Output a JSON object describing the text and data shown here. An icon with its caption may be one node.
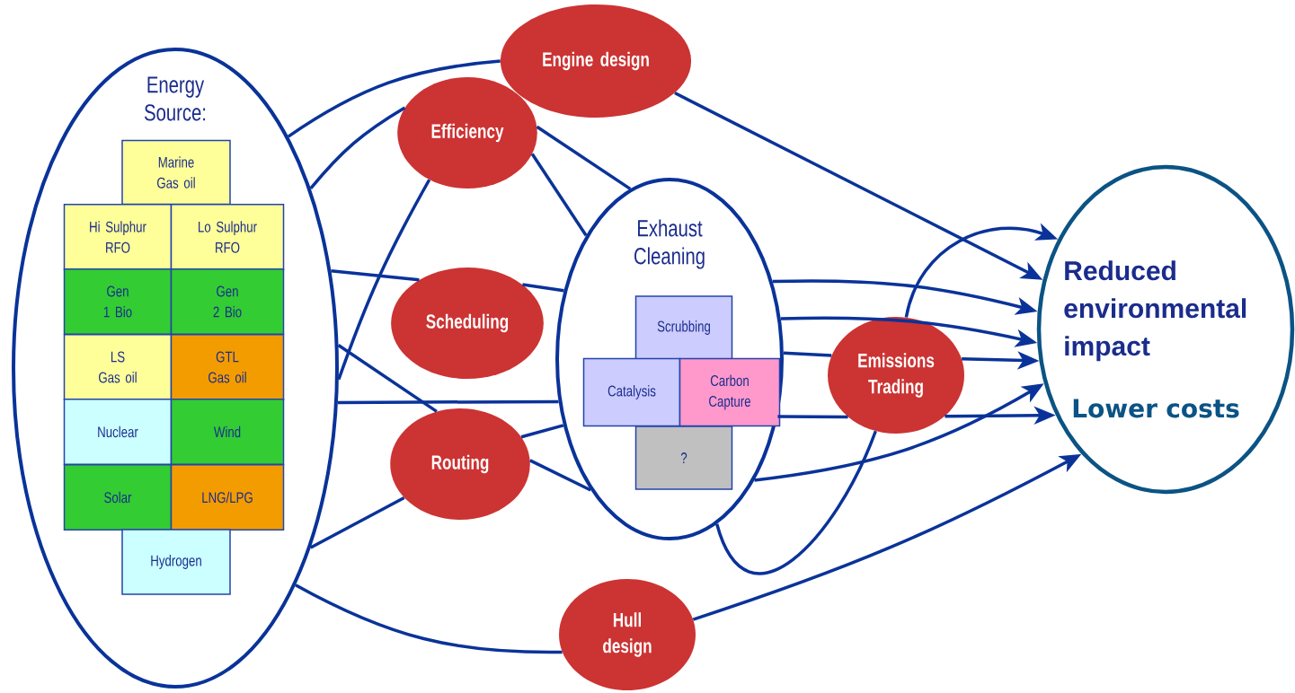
{
  "diagram": {
    "nodes": [
      {
        "text": [
          "Energy Source:"
        ]
      },
      {
        "text": [
          "Marine Gas oil"
        ],
        "in": 0
      },
      {
        "text": [
          "Hi Sulphur RFO"
        ],
        "in": 0
      },
      {
        "text": [
          "Lo Sulphur RFO"
        ],
        "in": 0
      },
      {
        "text": [
          "Gen 1 Bio"
        ],
        "in": 0
      },
      {
        "text": [
          "Gen 2 Bio"
        ],
        "in": 0
      },
      {
        "text": [
          "LS Gas oil"
        ],
        "in": 0
      },
      {
        "text": [
          "GTL Gas oil"
        ],
        "in": 0
      },
      {
        "text": [
          "Nuclear"
        ],
        "in": 0
      },
      {
        "text": [
          "Wind"
        ],
        "in": 0
      },
      {
        "text": [
          "Solar"
        ],
        "in": 0
      },
      {
        "text": [
          "LNG/LPG"
        ],
        "in": 0
      },
      {
        "text": [
          "Hydrogen"
        ],
        "in": 0
      },
      {
        "text": [
          "Engine design"
        ]
      },
      {
        "text": [
          "Efficiency"
        ]
      },
      {
        "text": [
          "Scheduling"
        ]
      },
      {
        "text": [
          "Routing"
        ]
      },
      {
        "text": [
          "Exhaust Cleaning"
        ]
      },
      {
        "text": [
          "Scrubbing"
        ],
        "in": 17
      },
      {
        "text": [
          "Catalysis"
        ],
        "in": 17
      },
      {
        "text": [
          "Carbon Capture"
        ],
        "in": 17
      },
      {
        "text": [
          "?"
        ],
        "in": 17
      },
      {
        "text": [
          "Emissions Trading"
        ]
      },
      {
        "text": [
          "Hull design"
        ]
      },
      {
        "text": [
          "Reduced environmental impact",
          "Lower costs"
        ]
      }
    ],
    "edges": [
      {
        "from": 0,
        "to": 13,
        "arrow": "none"
      },
      {
        "from": 13,
        "to": 24,
        "arrow": "to"
      },
      {
        "from": 0,
        "to": 14,
        "arrow": "none"
      },
      {
        "from": 14,
        "to": 17,
        "arrow": "none"
      },
      {
        "from": 14,
        "to": 17,
        "arrow": "none"
      },
      {
        "from": 14,
        "to": 0,
        "arrow": "none"
      },
      {
        "from": 0,
        "to": 15,
        "arrow": "none"
      },
      {
        "from": 15,
        "to": 17,
        "arrow": "none"
      },
      {
        "from": 0,
        "to": 16,
        "arrow": "none"
      },
      {
        "from": 0,
        "to": 17,
        "arrow": "none"
      },
      {
        "from": 16,
        "to": 17,
        "arrow": "none"
      },
      {
        "from": 16,
        "to": 17,
        "arrow": "none"
      },
      {
        "from": 0,
        "to": 16,
        "arrow": "none"
      },
      {
        "from": 0,
        "to": 23,
        "arrow": "none"
      },
      {
        "from": 23,
        "to": 24,
        "arrow": "to"
      },
      {
        "from": 17,
        "to": 24,
        "arrow": "to"
      },
      {
        "from": 17,
        "to": 24,
        "arrow": "to"
      },
      {
        "from": 17,
        "to": 22,
        "arrow": "none"
      },
      {
        "from": 22,
        "to": 24,
        "arrow": "to"
      },
      {
        "from": 17,
        "to": 22,
        "arrow": "none"
      },
      {
        "from": 22,
        "to": 24,
        "arrow": "to"
      },
      {
        "from": 17,
        "to": 24,
        "arrow": "to"
      },
      {
        "from": 17,
        "to": 22,
        "arrow": "none"
      },
      {
        "from": 22,
        "to": 24,
        "arrow": "to"
      }
    ]
  }
}
